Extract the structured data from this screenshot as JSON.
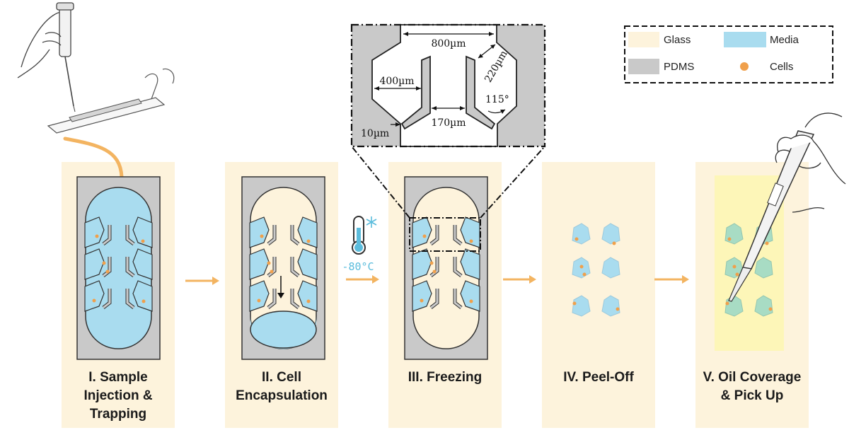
{
  "legend": {
    "items": [
      {
        "label": "Glass",
        "color": "#fdf3dc",
        "kind": "swatch"
      },
      {
        "label": "Media",
        "color": "#a9dcef",
        "kind": "swatch"
      },
      {
        "label": "PDMS",
        "color": "#c9c9c9",
        "kind": "swatch"
      },
      {
        "label": "Cells",
        "color": "#f0a04b",
        "kind": "dot"
      }
    ]
  },
  "colors": {
    "panel_bg": "#fdf3dc",
    "pdms": "#c9c9c9",
    "glass": "#fdf3dc",
    "media": "#a9dcef",
    "cell": "#f0a04b",
    "arrow": "#f3b461",
    "oil": "#fdf6b8",
    "outline": "#333333"
  },
  "steps": [
    {
      "line1": "I. Sample",
      "line2": "Injection &",
      "line3": "Trapping"
    },
    {
      "line1": "II. Cell",
      "line2": "Encapsulation",
      "line3": ""
    },
    {
      "line1": "III. Freezing",
      "line2": "",
      "line3": ""
    },
    {
      "line1": "IV. Peel-Off",
      "line2": "",
      "line3": ""
    },
    {
      "line1": "V. Oil Coverage",
      "line2": "& Pick Up",
      "line3": ""
    }
  ],
  "freezing": {
    "temperature": "-80°C",
    "icon": "thermometer-snowflake-icon"
  },
  "inset_dimensions": {
    "width_top": "800µm",
    "chamber_width": "400µm",
    "diagonal": "220µm",
    "angle": "115°",
    "gap": "10µm",
    "post_gap": "170µm"
  }
}
